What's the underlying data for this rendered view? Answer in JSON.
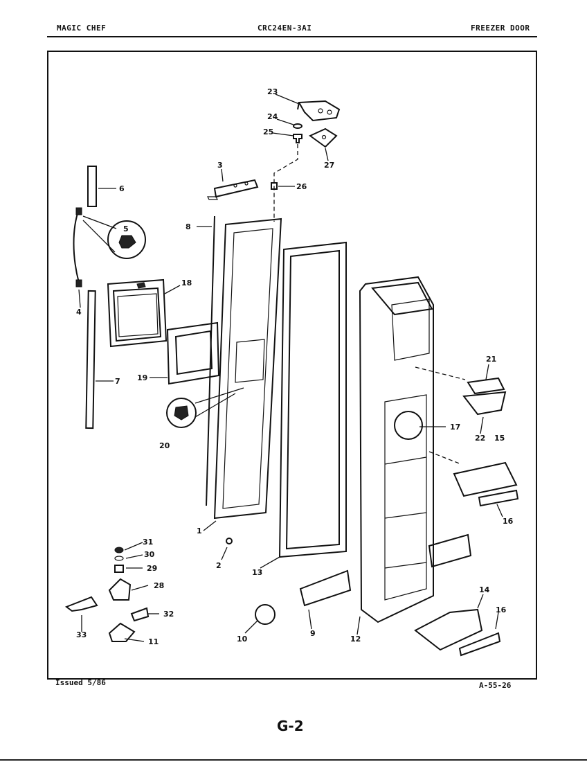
{
  "header": {
    "left": "MAGIC CHEF",
    "center": "CRC24EN-3AI",
    "right": "FREEZER DOOR"
  },
  "footer": {
    "issued": "Issued 5/86",
    "ref": "A-55-26"
  },
  "page_number": "G-2",
  "callouts": [
    "1",
    "2",
    "3",
    "4",
    "5",
    "6",
    "7",
    "8",
    "9",
    "10",
    "11",
    "12",
    "13",
    "14",
    "15",
    "16",
    "16",
    "17",
    "18",
    "19",
    "20",
    "21",
    "22",
    "23",
    "24",
    "25",
    "26",
    "27",
    "28",
    "29",
    "30",
    "31",
    "32",
    "33"
  ],
  "icons": {
    "magnifier": "detail-circle-icon",
    "arrow": "leader-arrow-icon"
  }
}
